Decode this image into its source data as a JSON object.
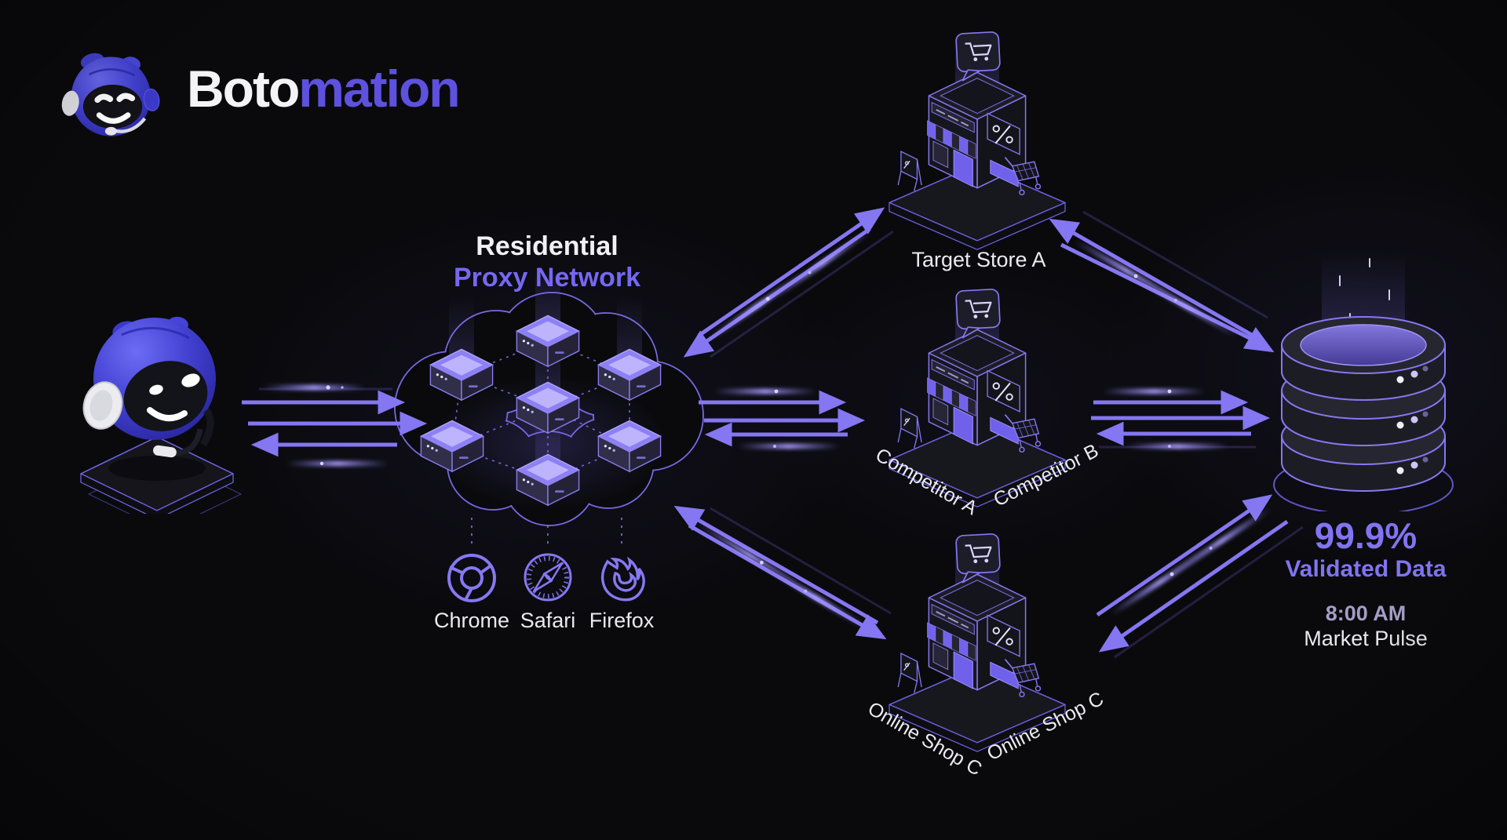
{
  "brand": {
    "word_part1": "Boto",
    "word_part2": "mation"
  },
  "network": {
    "title_line1": "Residential",
    "title_line2": "Proxy Network",
    "browsers": [
      {
        "name": "Chrome"
      },
      {
        "name": "Safari"
      },
      {
        "name": "Firefox"
      }
    ]
  },
  "stores": {
    "top": {
      "label": "Target Store A"
    },
    "middle": {
      "label_left": "Competitor A",
      "label_right": "Competitor B"
    },
    "bottom": {
      "label_left": "Online Shop C",
      "label_right": "Online Shop C"
    }
  },
  "database": {
    "stat_value": "99.9%",
    "stat_label": "Validated Data",
    "time": "8:00 AM",
    "time_label": "Market Pulse"
  },
  "icons": {
    "robot-logo-icon": "blue robot head with headset",
    "robot-mascot-icon": "3d blue robot on platform",
    "proxy-cloud-icon": "cloud of server cubes",
    "chrome-icon": "circle with hub and spokes",
    "safari-icon": "compass with tick ring",
    "firefox-icon": "fox flame swirl",
    "store-icon": "isometric shop with cart sign",
    "percent-badge-icon": "%",
    "shopping-cart-icon": "cart",
    "database-icon": "stacked discs"
  },
  "colors": {
    "background": "#0a0a0d",
    "accent": "#8576f1",
    "accent_deep": "#5d51de",
    "text_primary": "#f2f2f5",
    "text_muted": "#a49ec6",
    "robot_blue": "#4343d6"
  }
}
